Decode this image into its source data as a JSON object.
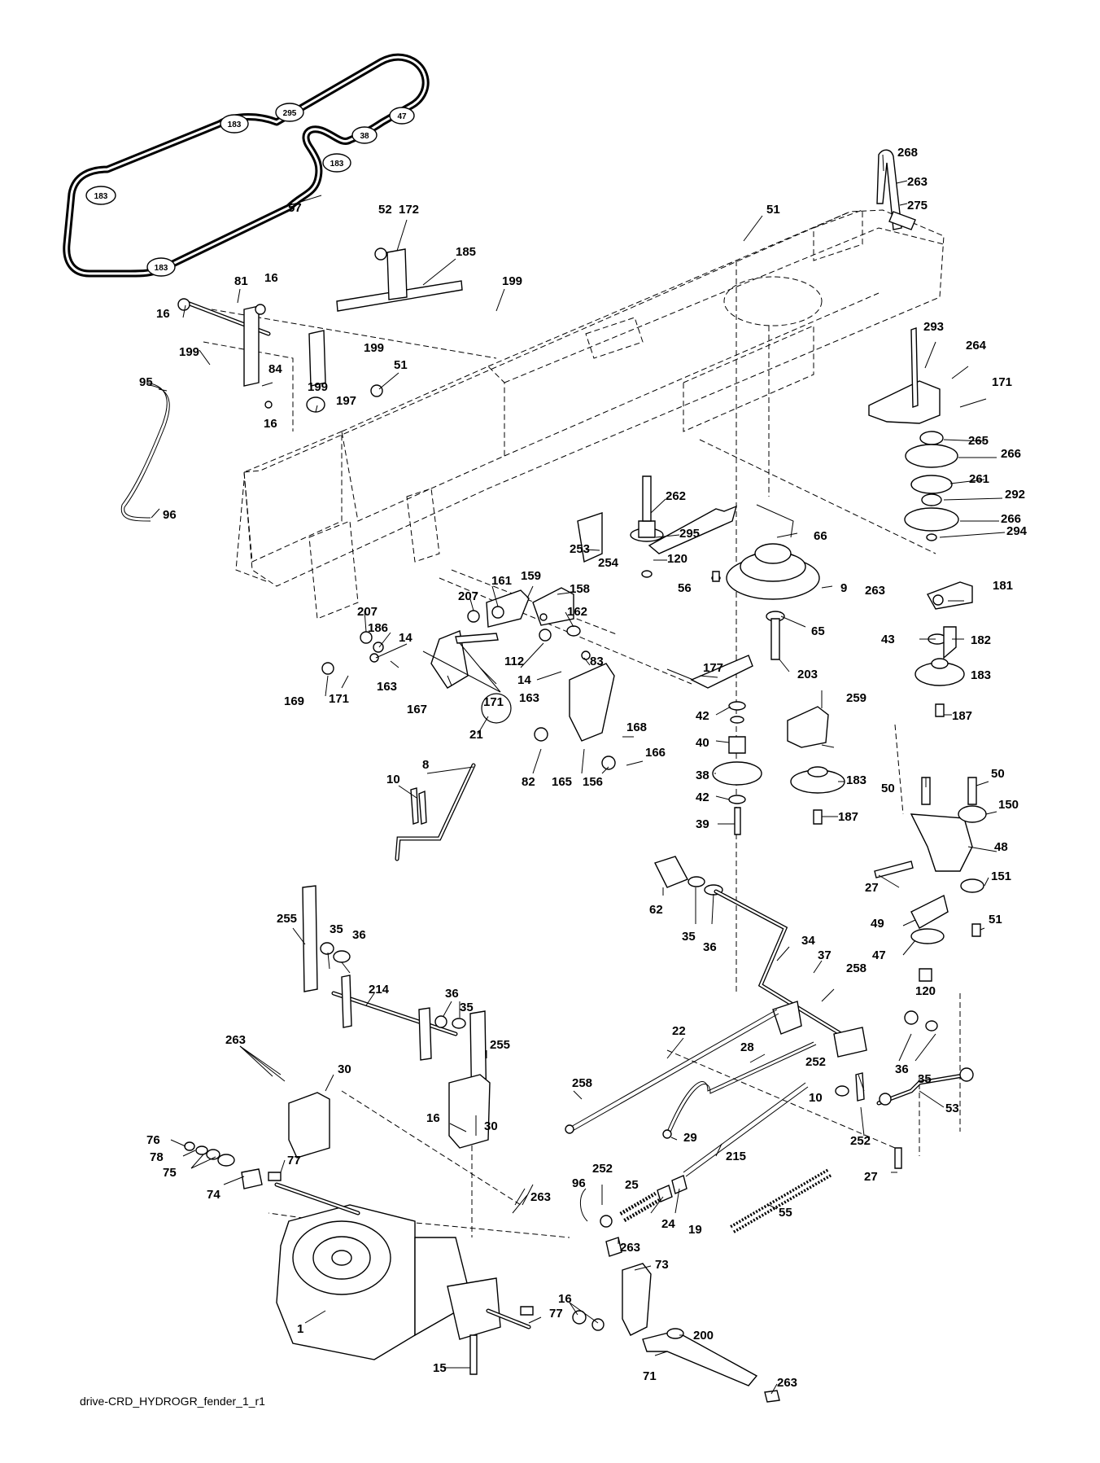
{
  "footer": {
    "code": "drive-CRD_HYDROGR_fender_1_r1"
  },
  "belt": {
    "pulley_labels": [
      "183",
      "295",
      "47",
      "38",
      "183",
      "183",
      "183"
    ]
  },
  "callouts": [
    {
      "id": "c57",
      "text": "57"
    },
    {
      "id": "c52",
      "text": "52"
    },
    {
      "id": "c172",
      "text": "172"
    },
    {
      "id": "c185",
      "text": "185"
    },
    {
      "id": "c199a",
      "text": "199"
    },
    {
      "id": "c81",
      "text": "81"
    },
    {
      "id": "c16a",
      "text": "16"
    },
    {
      "id": "c16b",
      "text": "16"
    },
    {
      "id": "c199b",
      "text": "199"
    },
    {
      "id": "c199c",
      "text": "199"
    },
    {
      "id": "c84",
      "text": "84"
    },
    {
      "id": "c199d",
      "text": "199"
    },
    {
      "id": "c51a",
      "text": "51"
    },
    {
      "id": "c197",
      "text": "197"
    },
    {
      "id": "c16c",
      "text": "16"
    },
    {
      "id": "c95",
      "text": "95"
    },
    {
      "id": "c96a",
      "text": "96"
    },
    {
      "id": "c268",
      "text": "268"
    },
    {
      "id": "c263a",
      "text": "263"
    },
    {
      "id": "c275",
      "text": "275"
    },
    {
      "id": "c51b",
      "text": "51"
    },
    {
      "id": "c293",
      "text": "293"
    },
    {
      "id": "c264",
      "text": "264"
    },
    {
      "id": "c171a",
      "text": "171"
    },
    {
      "id": "c265",
      "text": "265"
    },
    {
      "id": "c266a",
      "text": "266"
    },
    {
      "id": "c261",
      "text": "261"
    },
    {
      "id": "c292",
      "text": "292"
    },
    {
      "id": "c266b",
      "text": "266"
    },
    {
      "id": "c294",
      "text": "294"
    },
    {
      "id": "c262",
      "text": "262"
    },
    {
      "id": "c295",
      "text": "295"
    },
    {
      "id": "c120a",
      "text": "120"
    },
    {
      "id": "c66",
      "text": "66"
    },
    {
      "id": "c253",
      "text": "253"
    },
    {
      "id": "c254",
      "text": "254"
    },
    {
      "id": "c56",
      "text": "56"
    },
    {
      "id": "c9",
      "text": "9"
    },
    {
      "id": "c263b",
      "text": "263"
    },
    {
      "id": "c181",
      "text": "181"
    },
    {
      "id": "c65",
      "text": "65"
    },
    {
      "id": "c43",
      "text": "43"
    },
    {
      "id": "c182",
      "text": "182"
    },
    {
      "id": "c203",
      "text": "203"
    },
    {
      "id": "c183a",
      "text": "183"
    },
    {
      "id": "c187a",
      "text": "187"
    },
    {
      "id": "c161",
      "text": "161"
    },
    {
      "id": "c159",
      "text": "159"
    },
    {
      "id": "c158",
      "text": "158"
    },
    {
      "id": "c207a",
      "text": "207"
    },
    {
      "id": "c162",
      "text": "162"
    },
    {
      "id": "c207b",
      "text": "207"
    },
    {
      "id": "c186",
      "text": "186"
    },
    {
      "id": "c14a",
      "text": "14"
    },
    {
      "id": "c112",
      "text": "112"
    },
    {
      "id": "c83",
      "text": "83"
    },
    {
      "id": "c14b",
      "text": "14"
    },
    {
      "id": "c163a",
      "text": "163"
    },
    {
      "id": "c163b",
      "text": "163"
    },
    {
      "id": "c169",
      "text": "169"
    },
    {
      "id": "c171b",
      "text": "171"
    },
    {
      "id": "c167",
      "text": "167"
    },
    {
      "id": "c171c",
      "text": "171"
    },
    {
      "id": "c177",
      "text": "177"
    },
    {
      "id": "c42a",
      "text": "42"
    },
    {
      "id": "c40",
      "text": "40"
    },
    {
      "id": "c38",
      "text": "38"
    },
    {
      "id": "c42b",
      "text": "42"
    },
    {
      "id": "c39",
      "text": "39"
    },
    {
      "id": "c259",
      "text": "259"
    },
    {
      "id": "c183b",
      "text": "183"
    },
    {
      "id": "c187b",
      "text": "187"
    },
    {
      "id": "c21",
      "text": "21"
    },
    {
      "id": "c168",
      "text": "168"
    },
    {
      "id": "c166",
      "text": "166"
    },
    {
      "id": "c82",
      "text": "82"
    },
    {
      "id": "c165",
      "text": "165"
    },
    {
      "id": "c156",
      "text": "156"
    },
    {
      "id": "c10a",
      "text": "10"
    },
    {
      "id": "c8",
      "text": "8"
    },
    {
      "id": "c50a",
      "text": "50"
    },
    {
      "id": "c50b",
      "text": "50"
    },
    {
      "id": "c150",
      "text": "150"
    },
    {
      "id": "c48",
      "text": "48"
    },
    {
      "id": "c27a",
      "text": "27"
    },
    {
      "id": "c151",
      "text": "151"
    },
    {
      "id": "c51c",
      "text": "51"
    },
    {
      "id": "c49",
      "text": "49"
    },
    {
      "id": "c47",
      "text": "47"
    },
    {
      "id": "c120b",
      "text": "120"
    },
    {
      "id": "c62",
      "text": "62"
    },
    {
      "id": "c35a",
      "text": "35"
    },
    {
      "id": "c36a",
      "text": "36"
    },
    {
      "id": "c34",
      "text": "34"
    },
    {
      "id": "c37",
      "text": "37"
    },
    {
      "id": "c258a",
      "text": "258"
    },
    {
      "id": "c255a",
      "text": "255"
    },
    {
      "id": "c35b",
      "text": "35"
    },
    {
      "id": "c36b",
      "text": "36"
    },
    {
      "id": "c214",
      "text": "214"
    },
    {
      "id": "c36c",
      "text": "36"
    },
    {
      "id": "c35c",
      "text": "35"
    },
    {
      "id": "c255b",
      "text": "255"
    },
    {
      "id": "c22",
      "text": "22"
    },
    {
      "id": "c28",
      "text": "28"
    },
    {
      "id": "c252a",
      "text": "252"
    },
    {
      "id": "c36d",
      "text": "36"
    },
    {
      "id": "c35d",
      "text": "35"
    },
    {
      "id": "c263c",
      "text": "263"
    },
    {
      "id": "c30a",
      "text": "30"
    },
    {
      "id": "c258b",
      "text": "258"
    },
    {
      "id": "c29",
      "text": "29"
    },
    {
      "id": "c10b",
      "text": "10"
    },
    {
      "id": "c252b",
      "text": "252"
    },
    {
      "id": "c53",
      "text": "53"
    },
    {
      "id": "c16d",
      "text": "16"
    },
    {
      "id": "c30b",
      "text": "30"
    },
    {
      "id": "c215",
      "text": "215"
    },
    {
      "id": "c27b",
      "text": "27"
    },
    {
      "id": "c76",
      "text": "76"
    },
    {
      "id": "c78",
      "text": "78"
    },
    {
      "id": "c75",
      "text": "75"
    },
    {
      "id": "c77a",
      "text": "77"
    },
    {
      "id": "c74",
      "text": "74"
    },
    {
      "id": "c263d",
      "text": "263"
    },
    {
      "id": "c96b",
      "text": "96"
    },
    {
      "id": "c252c",
      "text": "252"
    },
    {
      "id": "c25",
      "text": "25"
    },
    {
      "id": "c24",
      "text": "24"
    },
    {
      "id": "c19",
      "text": "19"
    },
    {
      "id": "c55",
      "text": "55"
    },
    {
      "id": "c263e",
      "text": "263"
    },
    {
      "id": "c73",
      "text": "73"
    },
    {
      "id": "c16e",
      "text": "16"
    },
    {
      "id": "c77b",
      "text": "77"
    },
    {
      "id": "c1",
      "text": "1"
    },
    {
      "id": "c200",
      "text": "200"
    },
    {
      "id": "c15",
      "text": "15"
    },
    {
      "id": "c71",
      "text": "71"
    },
    {
      "id": "c263f",
      "text": "263"
    }
  ]
}
